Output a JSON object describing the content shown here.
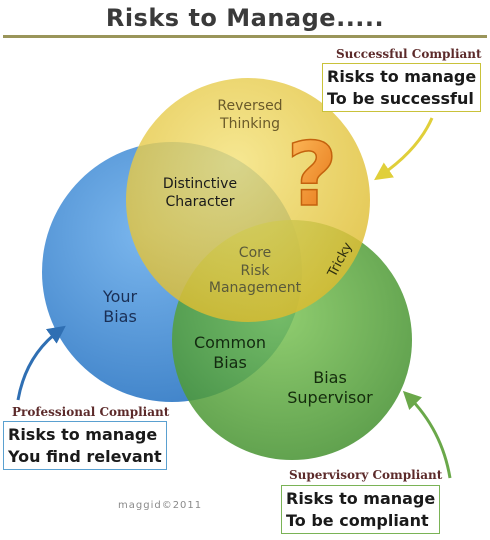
{
  "title": "Risks to Manage.....",
  "circles": {
    "blue": {
      "label_line1": "Your",
      "label_line2": "Bias",
      "color": "#3d87d0"
    },
    "yellow": {
      "label_line1": "Reversed",
      "label_line2": "Thinking",
      "color": "#e6c93d"
    },
    "green": {
      "label_line1": "Bias",
      "label_line2": "Supervisor",
      "color": "#5fa33b"
    }
  },
  "overlaps": {
    "blue_yellow": {
      "line1": "Distinctive",
      "line2": "Character"
    },
    "blue_green": {
      "line1": "Common",
      "line2": "Bias"
    },
    "yellow_green": {
      "text": "Tricky"
    },
    "center": {
      "line1": "Core",
      "line2": "Risk",
      "line3": "Management"
    }
  },
  "question_mark": {
    "glyph": "?",
    "color": "#f0921f"
  },
  "callouts": {
    "successful": {
      "heading": "Successful Compliant",
      "line1": "Risks to manage",
      "line2": "To be successful",
      "border": "#c9c23a",
      "arrow": "#e0cf3a"
    },
    "professional": {
      "heading": "Professional Compliant",
      "line1": "Risks to manage",
      "line2": "You find relevant",
      "border": "#5aa0d0",
      "arrow": "#2f6fb3"
    },
    "supervisory": {
      "heading": "Supervisory Compliant",
      "line1": "Risks to manage",
      "line2": "To be compliant",
      "border": "#7ab356",
      "arrow": "#6aa84a"
    }
  },
  "credit": "maggid©2011"
}
